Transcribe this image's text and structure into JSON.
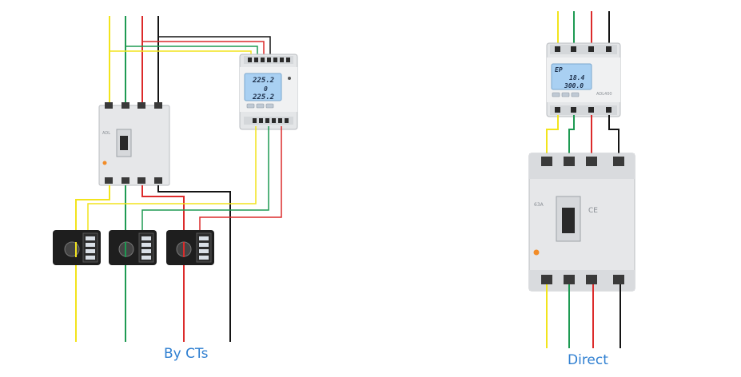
{
  "title": "Energy meter wiring diagrams",
  "labels": {
    "by_cts": "By CTs",
    "direct": "Direct"
  },
  "meter_left": {
    "lcd_line1": "225.2",
    "lcd_line2": "0",
    "lcd_line3": "225.2"
  },
  "meter_right": {
    "lcd_line1": "EP",
    "lcd_line2": "18.4",
    "lcd_line3": "300.0",
    "model": "ADL400"
  },
  "breaker": {
    "rating": "63A",
    "mark": "CE"
  },
  "colors": {
    "phase_yellow": "#f2e41d",
    "phase_green": "#1e9a52",
    "phase_red": "#dc2b2b",
    "neutral_black": "#141414",
    "label_blue": "#2f7fd1",
    "lcd_blue": "#a9d0f2",
    "device_grey": "#e4e6e8"
  }
}
